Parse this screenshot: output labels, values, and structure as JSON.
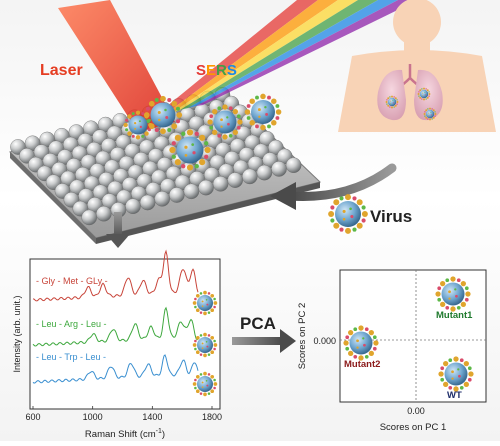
{
  "labels": {
    "laser": "Laser",
    "sers_letters": [
      "S",
      "E",
      "R",
      "S"
    ],
    "virus": "Virus",
    "pca": "PCA"
  },
  "colors": {
    "laser": "#e53d22",
    "sers": [
      "#e53935",
      "#ff9800",
      "#43a047",
      "#1e88e5"
    ],
    "spectrum_red": "#c8453a",
    "spectrum_green": "#3ea83e",
    "spectrum_blue": "#3a8fd0",
    "score_green": "#1f7a2e",
    "score_red": "#8b1a1a",
    "score_navy": "#1f2e6b"
  },
  "spectrum_panel": {
    "ylabel": "Intensity (arb. unit.)",
    "xlabel_prefix": "Raman Shift (cm",
    "xlabel_sup": "-1",
    "xlabel_suffix": ")",
    "xticks": [
      "600",
      "1000",
      "1400",
      "1800"
    ],
    "peptides": [
      {
        "label": "- Gly - Met - GLy -",
        "color": "#c8453a"
      },
      {
        "label": "- Leu - Arg - Leu -",
        "color": "#3ea83e"
      },
      {
        "label": "- Leu - Trp - Leu -",
        "color": "#3a8fd0"
      }
    ]
  },
  "score_panel": {
    "xlabel": "Scores on PC 1",
    "ylabel": "Scores on PC 2",
    "xtick": "0.00",
    "ytick": "0.000",
    "points": [
      {
        "label": "Mutant1",
        "color": "#1f7a2e"
      },
      {
        "label": "Mutant2",
        "color": "#8b1a1a"
      },
      {
        "label": "WT",
        "color": "#1f2e6b"
      }
    ]
  }
}
